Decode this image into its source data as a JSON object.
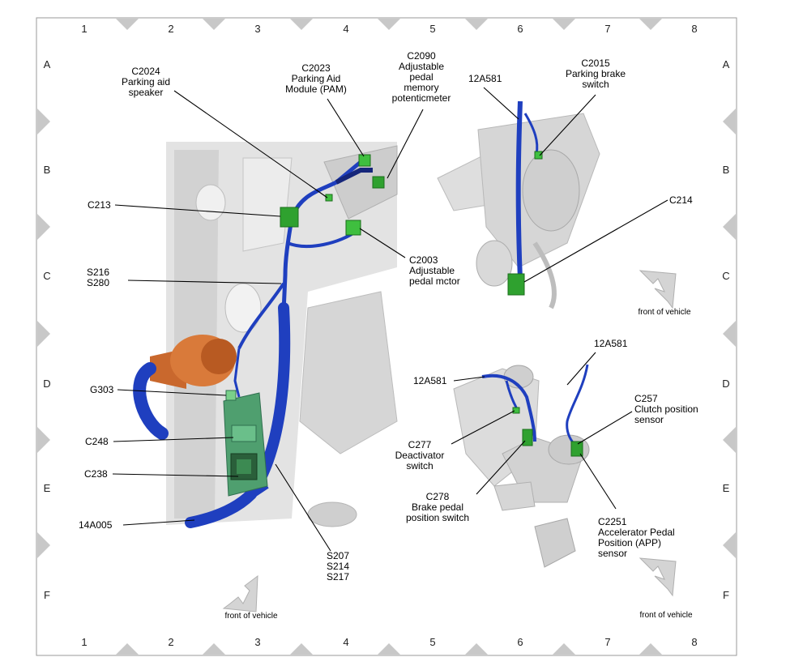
{
  "grid": {
    "columns": [
      "1",
      "2",
      "3",
      "4",
      "5",
      "6",
      "7",
      "8"
    ],
    "rows": [
      "A",
      "B",
      "C",
      "D",
      "E",
      "F"
    ]
  },
  "labels": {
    "c2024": [
      "C2024",
      "Parking aid",
      "speaker"
    ],
    "c2023": [
      "C2023",
      "Parking Aid",
      "Module (PAM)"
    ],
    "c2090": [
      "C2090",
      "Adjustable",
      "pedal",
      "memory",
      "potenticmeter"
    ],
    "c213": [
      "C213"
    ],
    "s216": [
      "S216",
      "S280"
    ],
    "c2003": [
      "C2003",
      "Adjustable",
      "pedal mctor"
    ],
    "g303": [
      "G303"
    ],
    "c248": [
      "C248"
    ],
    "c238": [
      "C238"
    ],
    "h14a005": [
      "14A005"
    ],
    "s207": [
      "S207",
      "S214",
      "S217"
    ],
    "r12a581_top": [
      "12A581"
    ],
    "c2015": [
      "C2015",
      "Parking brake",
      "switch"
    ],
    "c214": [
      "C214"
    ],
    "r12a581_b1": [
      "12A581"
    ],
    "r12a581_b2": [
      "12A581"
    ],
    "c257": [
      "C257",
      "Clutch position",
      "sensor"
    ],
    "c277": [
      "C277",
      "Deactivator",
      "switch"
    ],
    "c278": [
      "C278",
      "Brake pedal",
      "position switch"
    ],
    "c2251": [
      "C2251",
      "Accelerator Pedal",
      "Position (APP)",
      "sensor"
    ]
  },
  "front_labels": {
    "left": "front of vehicle",
    "top_right": "front of vehicle",
    "bottom_right": "front of vehicle"
  },
  "colors": {
    "harness": "#1f3fbf",
    "harness_dark": "#16267a",
    "connector": "#2fa12f",
    "panel": "#dcdcdc",
    "chevron": "#c8c8c8"
  }
}
